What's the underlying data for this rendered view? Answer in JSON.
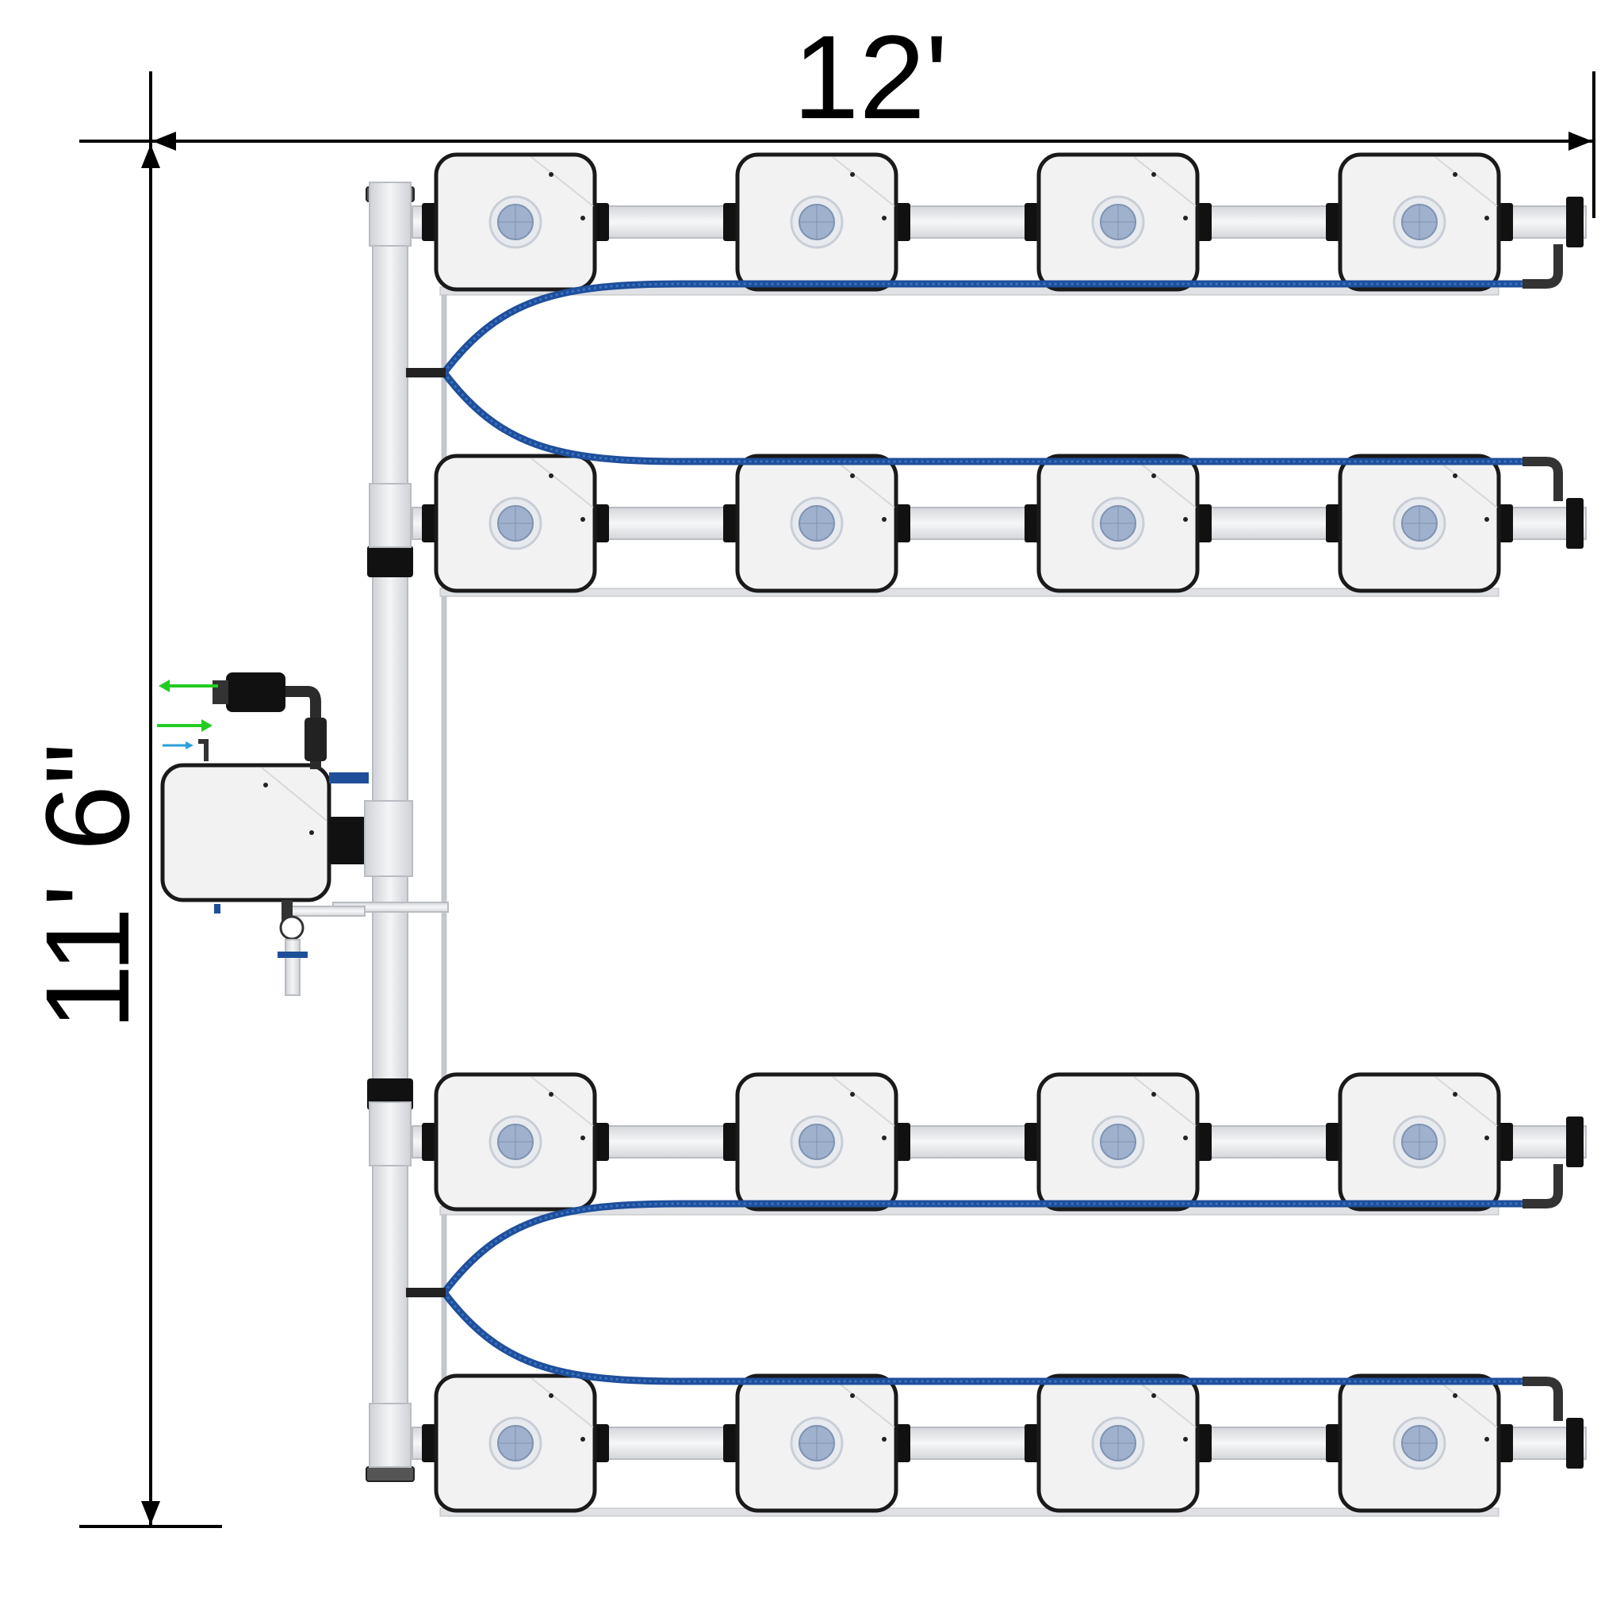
{
  "dimensions": {
    "width": "12'",
    "height": "11' 6\""
  },
  "layout": {
    "rows_of_sites": 4,
    "sites_per_row": 4,
    "reservoir_count": 1
  },
  "colors": {
    "line": "#000000",
    "panel_fill": "#f2f2f3",
    "panel_stroke": "#1a1a1a",
    "pipe_fill": "#e9eaec",
    "pipe_stroke": "#b9bcc1",
    "coupler": "#111111",
    "lid_fill": "#9fb1cc",
    "lid_ring": "#c9ced6",
    "hose": "#1f4f9a",
    "hose_light": "#3a73c8",
    "arrow_green": "#22cc22",
    "arrow_blue": "#2a9fd8"
  },
  "icons": [
    "dimension-arrow-icon",
    "flow-out-arrow-icon",
    "flow-in-arrow-icon",
    "drain-arrow-icon",
    "pressure-gauge-icon",
    "pump-icon"
  ]
}
